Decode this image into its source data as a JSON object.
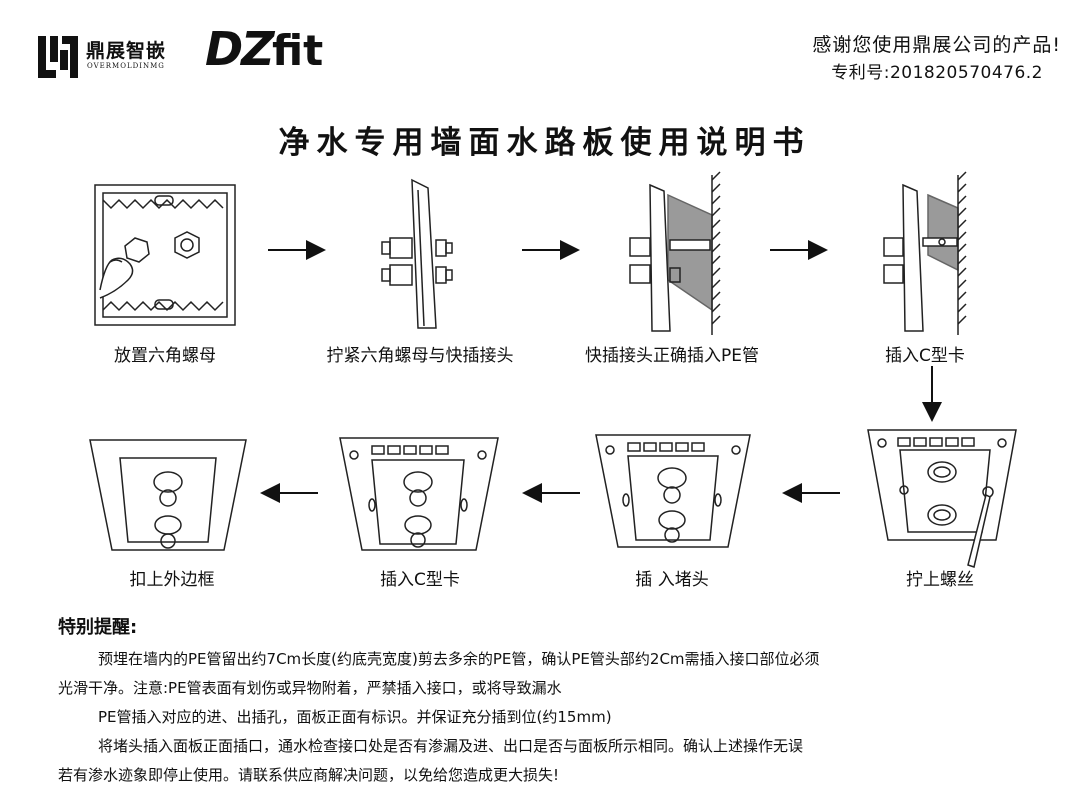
{
  "header": {
    "brand_cn": "鼎展智嵌",
    "brand_en": "OVERMOLDINMG",
    "logo_dz": "DZ",
    "logo_fit": "fit",
    "thanks": "感谢您使用鼎展公司的产品!",
    "patent": "专利号:201820570476.2"
  },
  "title": "净水专用墙面水路板使用说明书",
  "steps": [
    {
      "label": "放置六角螺母"
    },
    {
      "label": "拧紧六角螺母与快插接头"
    },
    {
      "label": "快插接头正确插入PE管"
    },
    {
      "label": "插入C型卡"
    },
    {
      "label": "拧上螺丝"
    },
    {
      "label": "插 入堵头"
    },
    {
      "label": "插入C型卡"
    },
    {
      "label": "扣上外边框"
    }
  ],
  "reminder": {
    "heading": "特别提醒:",
    "lines": [
      "预埋在墙内的PE管留出约7Cm长度(约底壳宽度)剪去多余的PE管，确认PE管头部约2Cm需插入接口部位必须",
      "光滑干净。注意:PE管表面有划伤或异物附着，严禁插入接口，或将导致漏水",
      "PE管插入对应的进、出插孔，面板正面有标识。并保证充分插到位(约15mm)",
      "将堵头插入面板正面插口，通水检查接口处是否有渗漏及进、出口是否与面板所示相同。确认上述操作无误",
      "若有渗水迹象即停止使用。请联系供应商解决问题，以免给您造成更大损失!"
    ]
  }
}
